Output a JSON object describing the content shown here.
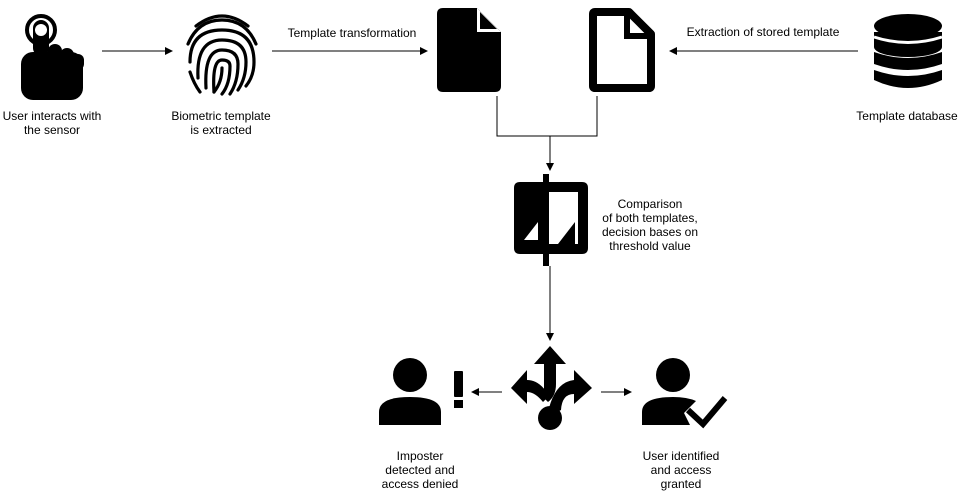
{
  "nodes": {
    "sensor": {
      "label": "User interacts with\nthe sensor",
      "icon": "hand-tap-icon"
    },
    "biometric": {
      "label": "Biometric template\nis extracted",
      "icon": "fingerprint-icon"
    },
    "template_new": {
      "icon": "filled-document-icon"
    },
    "template_stored": {
      "icon": "outline-document-icon"
    },
    "database": {
      "label": "Template database",
      "icon": "database-icon"
    },
    "comparison": {
      "label": "Comparison\nof both templates,\ndecision bases on\nthreshold value",
      "icon": "compare-icon"
    },
    "decision": {
      "icon": "split-arrows-icon"
    },
    "imposter": {
      "label": "Imposter\ndetected and\naccess denied",
      "icon": "user-alert-icon"
    },
    "identified": {
      "label": "User identified\nand access\ngranted",
      "icon": "user-check-icon"
    }
  },
  "edges": {
    "transformation": "Template transformation",
    "extraction": "Extraction of stored template"
  }
}
